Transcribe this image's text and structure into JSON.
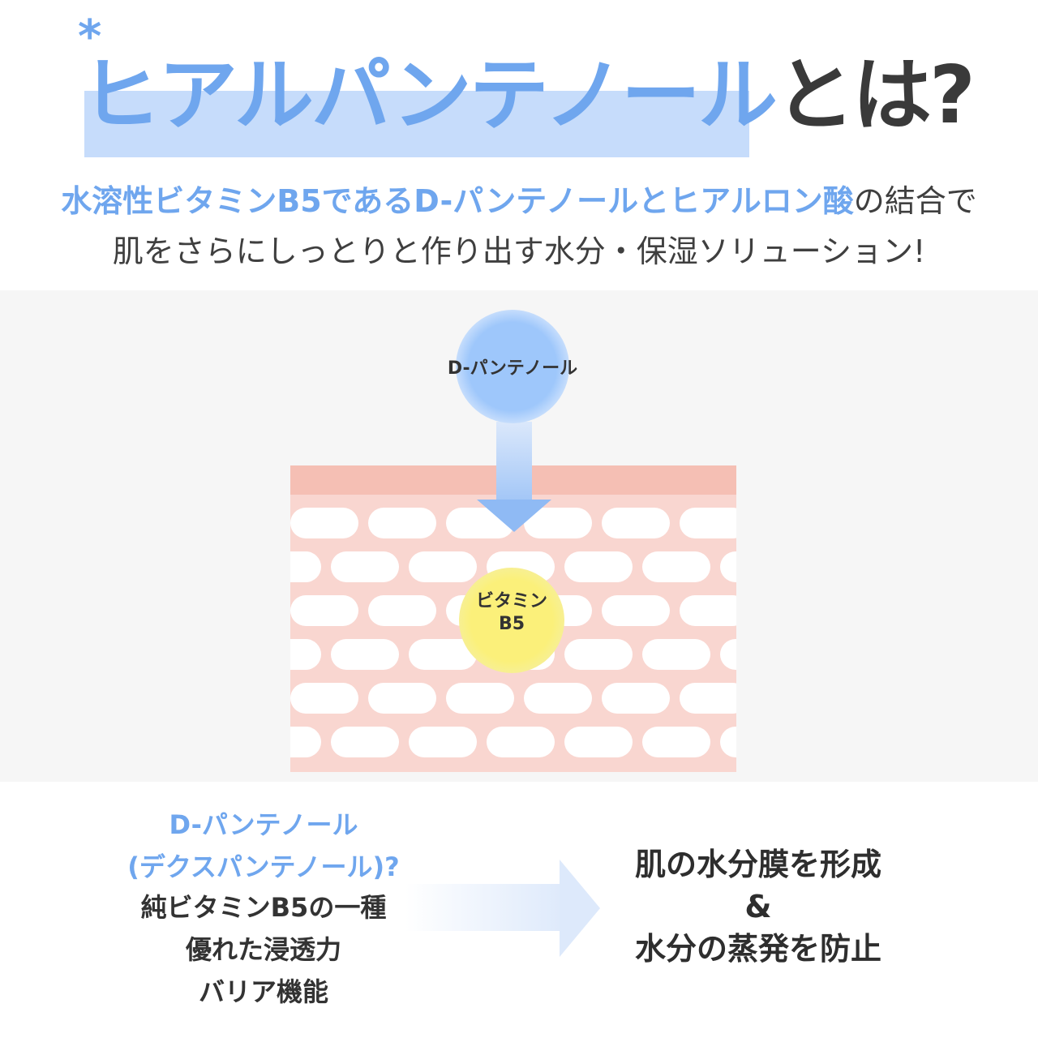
{
  "header": {
    "asterisk": "*",
    "title_accent": "ヒアルパンテノール",
    "title_suffix": "とは?",
    "asterisk_color": "#6fa6ee"
  },
  "description": {
    "line1_accent": "水溶性ビタミンB5であるD-パンテノールとヒアルロン酸",
    "line1_rest": "の結合で",
    "line2": "肌をさらにしっとりと作り出す水分・保湿ソリューション!"
  },
  "diagram": {
    "top_bubble_label": "D-パンテノール",
    "inner_bubble_label_line1": "ビタミン",
    "inner_bubble_label_line2": "B5"
  },
  "bottom": {
    "left_lines": [
      "D-パンテノール",
      "(デクスパンテノール)?",
      "純ビタミンB5の一種",
      "優れた浸透力",
      "バリア機能"
    ],
    "right_lines": [
      "肌の水分膜を形成",
      "&",
      "水分の蒸発を防止"
    ]
  },
  "colors": {
    "accent_blue": "#6fa6ee",
    "highlight_blue": "#c6dcfb",
    "skin_pink": "#f9d6d0",
    "skin_top": "#f5bfb4",
    "vitamin_yellow": "#fbf07a"
  }
}
